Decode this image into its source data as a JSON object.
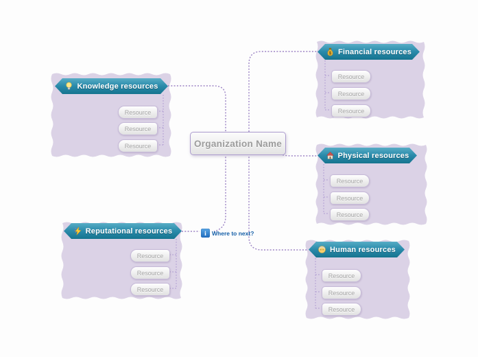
{
  "center": {
    "label": "Organization Name"
  },
  "floating_note": {
    "label": "Where to next?",
    "icon": "info-icon"
  },
  "branches": [
    {
      "id": "knowledge",
      "label": "Knowledge resources",
      "icon": "lightbulb-icon",
      "children": [
        "Resource",
        "Resource",
        "Resource"
      ]
    },
    {
      "id": "financial",
      "label": "Financial resources",
      "icon": "moneybag-icon",
      "children": [
        "Resource",
        "Resource",
        "Resource"
      ]
    },
    {
      "id": "physical",
      "label": "Physical resources",
      "icon": "house-icon",
      "children": [
        "Resource",
        "Resource",
        "Resource"
      ]
    },
    {
      "id": "reputational",
      "label": "Reputational resources",
      "icon": "flash-icon",
      "children": [
        "Resource",
        "Resource",
        "Resource"
      ]
    },
    {
      "id": "human",
      "label": "Human resources",
      "icon": "person-icon",
      "children": [
        "Resource",
        "Resource",
        "Resource"
      ]
    }
  ],
  "colors": {
    "background": "#fdfdfd",
    "banner_teal": "#2b8bab",
    "boundary_lavender": "#dbd2e6",
    "connector_purple": "#9b82c4",
    "inner_connector_purple": "#b4a2d4",
    "pill_text": "#a3a3a3",
    "center_text": "#9c9c9c",
    "note_text": "#1660a8"
  }
}
